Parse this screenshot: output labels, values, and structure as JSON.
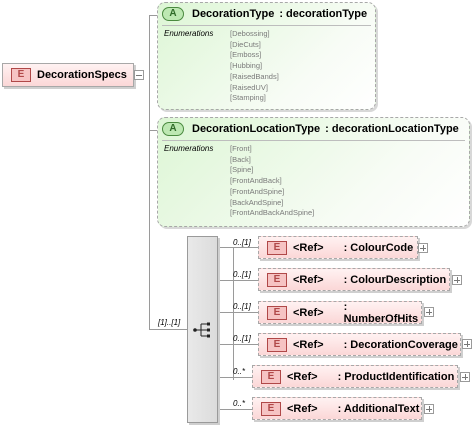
{
  "root": {
    "badge": "E",
    "name": "DecorationSpecs"
  },
  "attributes": [
    {
      "badge": "A",
      "name": "DecorationType",
      "type": ": decorationType",
      "enum_label": "Enumerations",
      "values": [
        "[Debossing]",
        "[DieCuts]",
        "[Emboss]",
        "[Hubbing]",
        "[RaisedBands]",
        "[RaisedUV]",
        "[Stamping]"
      ]
    },
    {
      "badge": "A",
      "name": "DecorationLocationType",
      "type": ": decorationLocationType",
      "enum_label": "Enumerations",
      "values": [
        "[Front]",
        "[Back]",
        "[Spine]",
        "[FrontAndBack]",
        "[FrontAndSpine]",
        "[BackAndSpine]",
        "[FrontAndBackAndSpine]"
      ]
    }
  ],
  "sequence": {
    "cardinality": "[1]..[1]"
  },
  "children": [
    {
      "card": "0..[1]",
      "badge": "E",
      "ref": "<Ref>",
      "name": ": ColourCode"
    },
    {
      "card": "0..[1]",
      "badge": "E",
      "ref": "<Ref>",
      "name": ": ColourDescription"
    },
    {
      "card": "0..[1]",
      "badge": "E",
      "ref": "<Ref>",
      "name": ": NumberOfHits"
    },
    {
      "card": "0..[1]",
      "badge": "E",
      "ref": "<Ref>",
      "name": ": DecorationCoverage"
    },
    {
      "card": "0..*",
      "badge": "E",
      "ref": "<Ref>",
      "name": ": ProductIdentification"
    },
    {
      "card": "0..*",
      "badge": "E",
      "ref": "<Ref>",
      "name": ": AdditionalText"
    }
  ]
}
